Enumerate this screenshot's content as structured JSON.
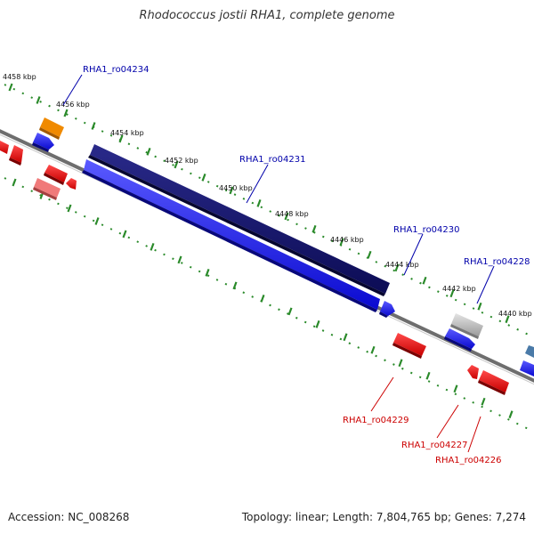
{
  "title": "Rhodococcus jostii RHA1, complete genome",
  "footer": {
    "accession": "Accession: NC_008268",
    "summary": "Topology: linear; Length: 7,804,765 bp; Genes: 7,274"
  },
  "ticks": [
    "4458 kbp",
    "4456 kbp",
    "4454 kbp",
    "4452 kbp",
    "4450 kbp",
    "4448 kbp",
    "4446 kbp",
    "4444 kbp",
    "4442 kbp",
    "4440 kbp"
  ],
  "genes": {
    "ro04234": "RHA1_ro04234",
    "ro04231": "RHA1_ro04231",
    "ro04230": "RHA1_ro04230",
    "ro04228": "RHA1_ro04228",
    "ro04229": "RHA1_ro04229",
    "ro04227": "RHA1_ro04227",
    "ro04226": "RHA1_ro04226"
  },
  "colors": {
    "forward": "#1a1aee",
    "forward_dark": "#14146e",
    "reverse": "#e81010",
    "reverse_light": "#f07a7a",
    "orange": "#f08a00",
    "grey": "#b8b8b8",
    "steel": "#4a7aa8",
    "tick": "#2a8a2a",
    "backbone": "#808080",
    "label_forward": "#0000aa",
    "label_reverse": "#cc0000"
  }
}
